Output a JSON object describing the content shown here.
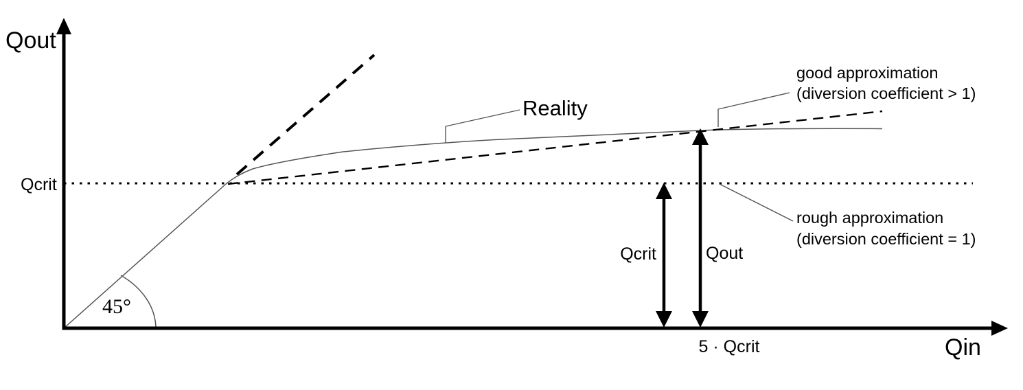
{
  "figure": {
    "description": "Schematic graph of outflow Qout versus inflow Qin for a diversion",
    "background_color": "#ffffff",
    "line_color": "#000000",
    "thin_line_color": "#555555"
  },
  "axes": {
    "y_label": "Qout",
    "x_label": "Qin",
    "y_tick": "Qcrit",
    "x_tick": "5 · Qcrit"
  },
  "annotations": {
    "reality": "Reality",
    "good_line1": "good approximation",
    "good_line2": "(diversion coefficient > 1)",
    "rough_line1": "rough approximation",
    "rough_line2": "(diversion coefficient = 1)",
    "angle": "45°",
    "qcrit_arrow_label": "Qcrit",
    "qout_arrow_label": "Qout"
  },
  "curves": [
    {
      "id": "line-45deg",
      "label": "45°",
      "style": "thin solid from origin, bold dashed extension above Qcrit"
    },
    {
      "id": "reality-curve",
      "label": "Reality",
      "style": "thin solid curve flattening above Qcrit"
    },
    {
      "id": "good-approximation",
      "label": "good approximation (diversion coefficient > 1)",
      "style": "dashed, shallow positive slope from Qcrit"
    },
    {
      "id": "rough-approximation",
      "label": "rough approximation (diversion coefficient = 1)",
      "style": "dotted horizontal line at Qcrit"
    }
  ]
}
